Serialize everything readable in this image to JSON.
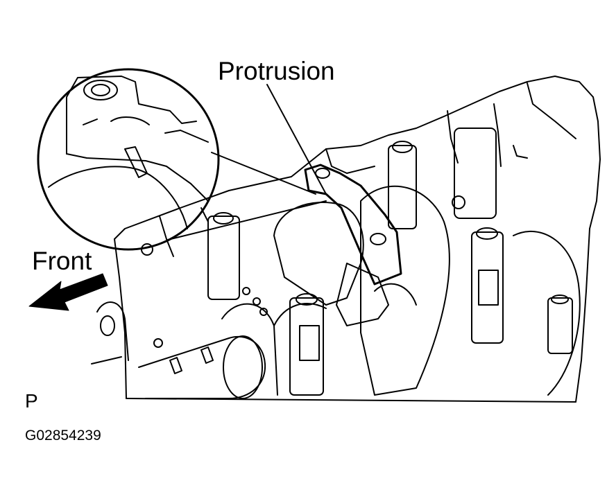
{
  "labels": {
    "protrusion": "Protrusion",
    "front": "Front",
    "corner_mark": "P",
    "figure_code": "G02854239"
  },
  "colors": {
    "line": "#000000",
    "background": "#ffffff"
  }
}
